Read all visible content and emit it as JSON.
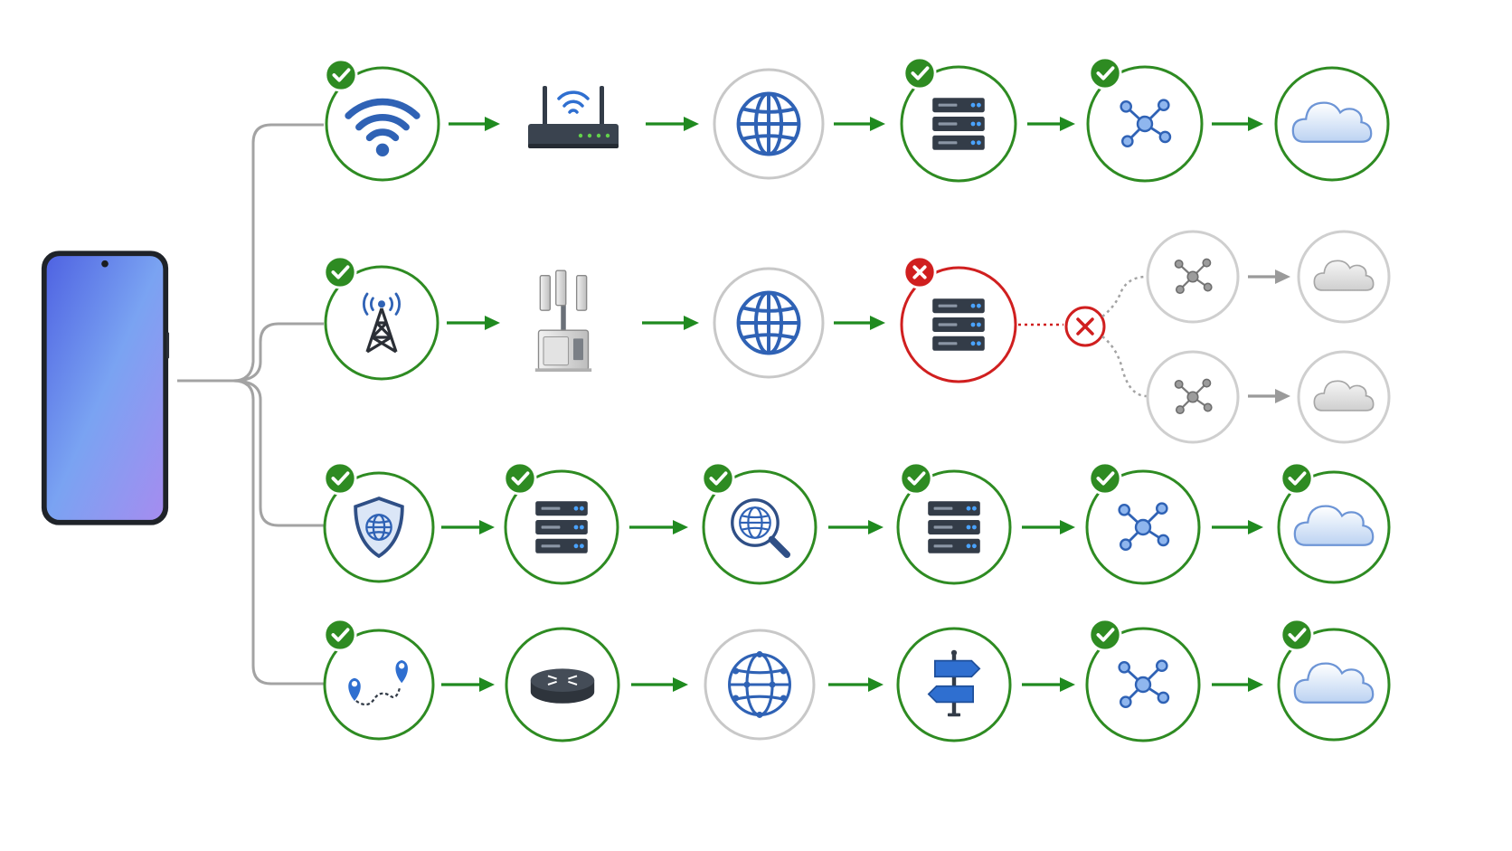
{
  "diagram": {
    "colors": {
      "success": "#2e8b22",
      "failure": "#d01f1f",
      "neutral": "#c8c8c8",
      "icon_blue": "#2f62b5",
      "icon_dark": "#333c48"
    },
    "source_device": {
      "icon": "smartphone-icon"
    },
    "paths": [
      {
        "id": "wifi",
        "nodes": [
          {
            "icon": "wifi-icon",
            "status": "success"
          },
          {
            "icon": "wifi-router-icon",
            "status": "none"
          },
          {
            "icon": "globe-icon",
            "status": "neutral"
          },
          {
            "icon": "server-icon",
            "status": "success"
          },
          {
            "icon": "network-hub-icon",
            "status": "success"
          },
          {
            "icon": "cloud-icon",
            "status": "success-unmarked"
          }
        ]
      },
      {
        "id": "cellular",
        "nodes": [
          {
            "icon": "cell-tower-icon",
            "status": "success"
          },
          {
            "icon": "base-station-icon",
            "status": "none"
          },
          {
            "icon": "globe-icon",
            "status": "neutral"
          },
          {
            "icon": "server-icon",
            "status": "failure"
          }
        ],
        "break_marker": "x-circle-icon",
        "unreached_branches": [
          {
            "nodes": [
              {
                "icon": "network-hub-icon"
              },
              {
                "icon": "cloud-icon"
              }
            ]
          },
          {
            "nodes": [
              {
                "icon": "network-hub-icon"
              },
              {
                "icon": "cloud-icon"
              }
            ]
          }
        ]
      },
      {
        "id": "vpn",
        "nodes": [
          {
            "icon": "shield-globe-icon",
            "status": "success"
          },
          {
            "icon": "server-icon",
            "status": "success"
          },
          {
            "icon": "globe-search-icon",
            "status": "success"
          },
          {
            "icon": "server-icon",
            "status": "success"
          },
          {
            "icon": "network-hub-icon",
            "status": "success"
          },
          {
            "icon": "cloud-icon",
            "status": "success"
          }
        ]
      },
      {
        "id": "routing",
        "nodes": [
          {
            "icon": "route-pins-icon",
            "status": "success"
          },
          {
            "icon": "router-icon",
            "status": "success-unmarked"
          },
          {
            "icon": "mesh-globe-icon",
            "status": "neutral"
          },
          {
            "icon": "signpost-icon",
            "status": "success-unmarked"
          },
          {
            "icon": "network-hub-icon",
            "status": "success"
          },
          {
            "icon": "cloud-icon",
            "status": "success"
          }
        ]
      }
    ]
  }
}
